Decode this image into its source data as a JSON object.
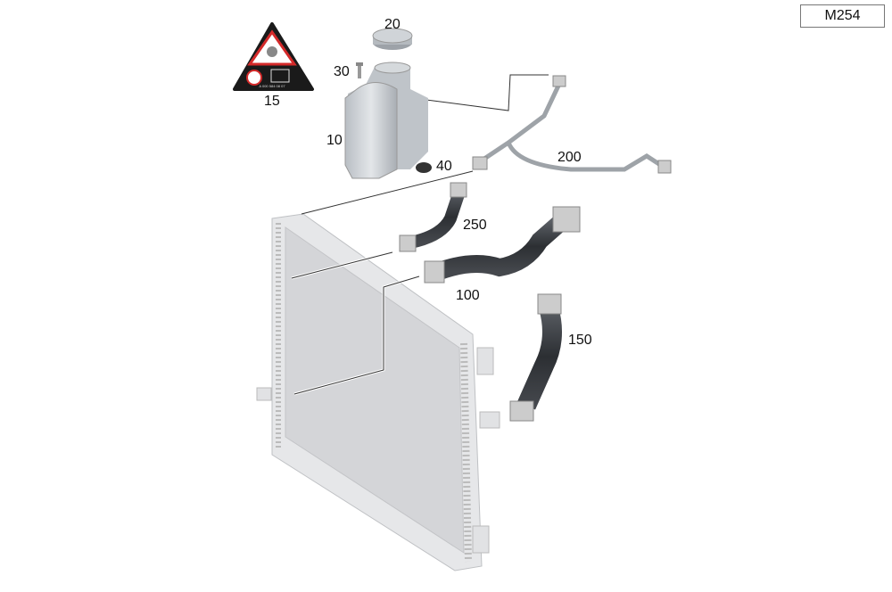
{
  "model_code": "M254",
  "sticker_text": "A 000 584 08 07",
  "parts": [
    {
      "number": "10",
      "part": "expansion-tank"
    },
    {
      "number": "15",
      "part": "warning-sticker"
    },
    {
      "number": "20",
      "part": "cap"
    },
    {
      "number": "30",
      "part": "screw"
    },
    {
      "number": "40",
      "part": "grommet"
    },
    {
      "number": "100",
      "part": "hose"
    },
    {
      "number": "150",
      "part": "hose"
    },
    {
      "number": "200",
      "part": "vent-line"
    },
    {
      "number": "250",
      "part": "hose"
    }
  ],
  "colors": {
    "hose": "#3a3d42",
    "tank": "#c9ced4",
    "radiator": "#d9dadc",
    "warning_red": "#d42a2a"
  }
}
